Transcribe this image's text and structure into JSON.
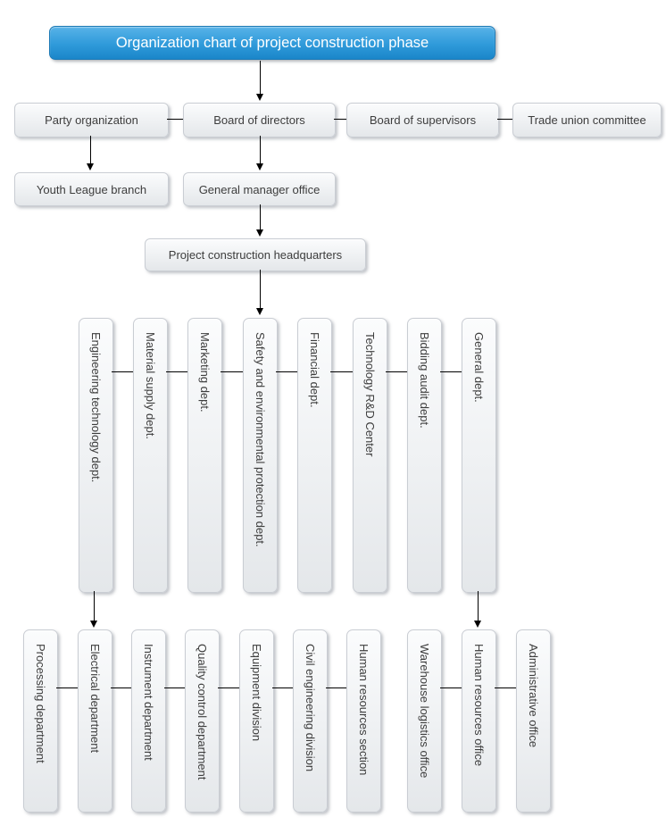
{
  "title": "Organization chart of project construction phase",
  "row2": [
    "Party organization",
    "Board of directors",
    "Board of supervisors",
    "Trade union committee"
  ],
  "row3": [
    "Youth League branch",
    "General manager office"
  ],
  "headquarters": "Project construction headquarters",
  "middle_departments": [
    "Engineering technology dept.",
    "Material supply dept.",
    "Marketing dept.",
    "Safety and environmental protection dept.",
    "Financial dept.",
    "Technology R&D Center",
    "Bidding audit dept.",
    "General dept."
  ],
  "bottom_departments": [
    "Processing department",
    "Electrical department",
    "Instrument department",
    "Quality control department",
    "Equipment division",
    "Civil engineering division",
    "Human resources section",
    "Warehouse logistics office",
    "Human resources office",
    "Administrative office"
  ],
  "colors": {
    "title_bg_top": "#58b3e8",
    "title_bg_bottom": "#1a86ca",
    "title_border": "#1d7ab6",
    "title_text": "#ffffff",
    "box_bg_top": "#fbfcfd",
    "box_bg_bottom": "#e4e7ea",
    "box_border": "#c9cdd3",
    "box_text": "#3d3d3d",
    "line_color": "#000000"
  }
}
